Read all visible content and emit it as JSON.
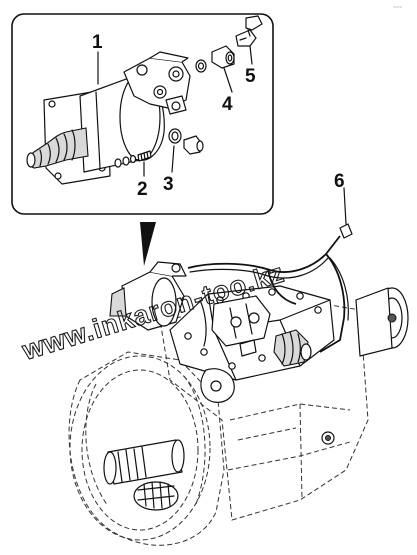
{
  "callouts": [
    {
      "id": "1",
      "label": "1"
    },
    {
      "id": "2",
      "label": "2"
    },
    {
      "id": "3",
      "label": "3"
    },
    {
      "id": "4",
      "label": "4"
    },
    {
      "id": "5",
      "label": "5"
    },
    {
      "id": "6",
      "label": "6"
    }
  ],
  "watermark": "www.inkaron-too.kz",
  "corner_mark": "~~~"
}
